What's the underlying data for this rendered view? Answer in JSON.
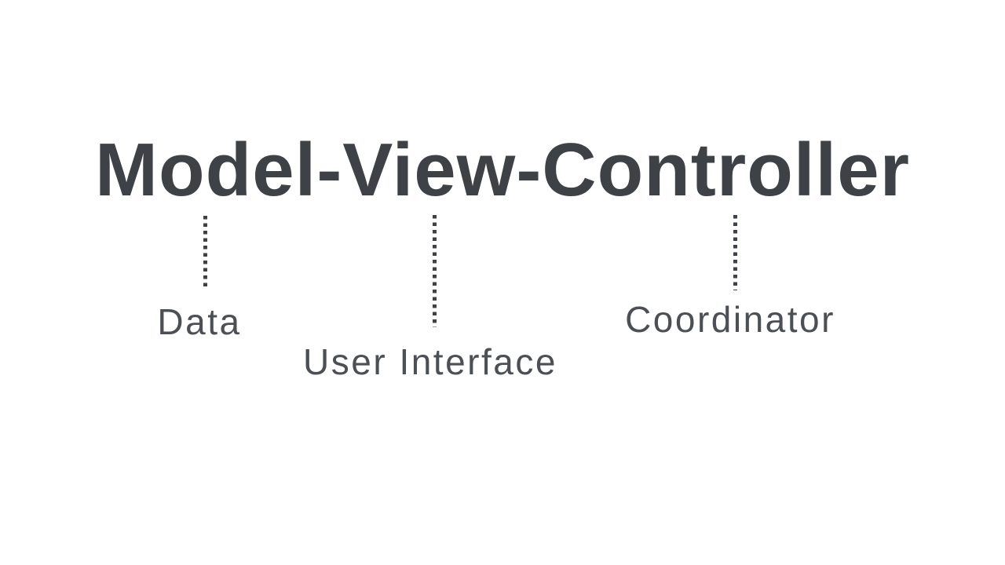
{
  "title": "Model-View-Controller",
  "colors": {
    "background": "#ffffff",
    "title": "#3e4247",
    "label": "#4c5055",
    "connector": "#3e4247"
  },
  "annotations": [
    {
      "term": "Model",
      "label": "Data"
    },
    {
      "term": "View",
      "label": "User Interface"
    },
    {
      "term": "Controller",
      "label": "Coordinator"
    }
  ]
}
